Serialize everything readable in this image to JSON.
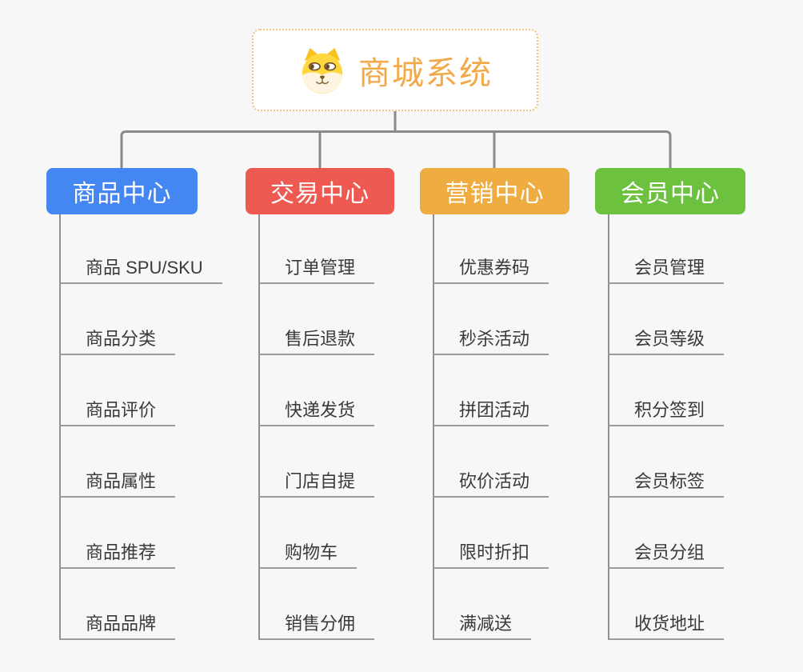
{
  "root": {
    "title": "商城系统",
    "icon": "shiba-dog-icon",
    "title_color": "#f2a94a",
    "border_color": "#f3c27c"
  },
  "connector_color": "#8a8a8a",
  "branches": [
    {
      "label": "商品中心",
      "color": "#4486f2",
      "children": [
        "商品 SPU/SKU",
        "商品分类",
        "商品评价",
        "商品属性",
        "商品推荐",
        "商品品牌"
      ]
    },
    {
      "label": "交易中心",
      "color": "#ee5a52",
      "children": [
        "订单管理",
        "售后退款",
        "快递发货",
        "门店自提",
        "购物车",
        "销售分佣"
      ]
    },
    {
      "label": "营销中心",
      "color": "#efac41",
      "children": [
        "优惠券码",
        "秒杀活动",
        "拼团活动",
        "砍价活动",
        "限时折扣",
        "满减送"
      ]
    },
    {
      "label": "会员中心",
      "color": "#6cc13e",
      "children": [
        "会员管理",
        "会员等级",
        "积分签到",
        "会员标签",
        "会员分组",
        "收货地址"
      ]
    }
  ]
}
